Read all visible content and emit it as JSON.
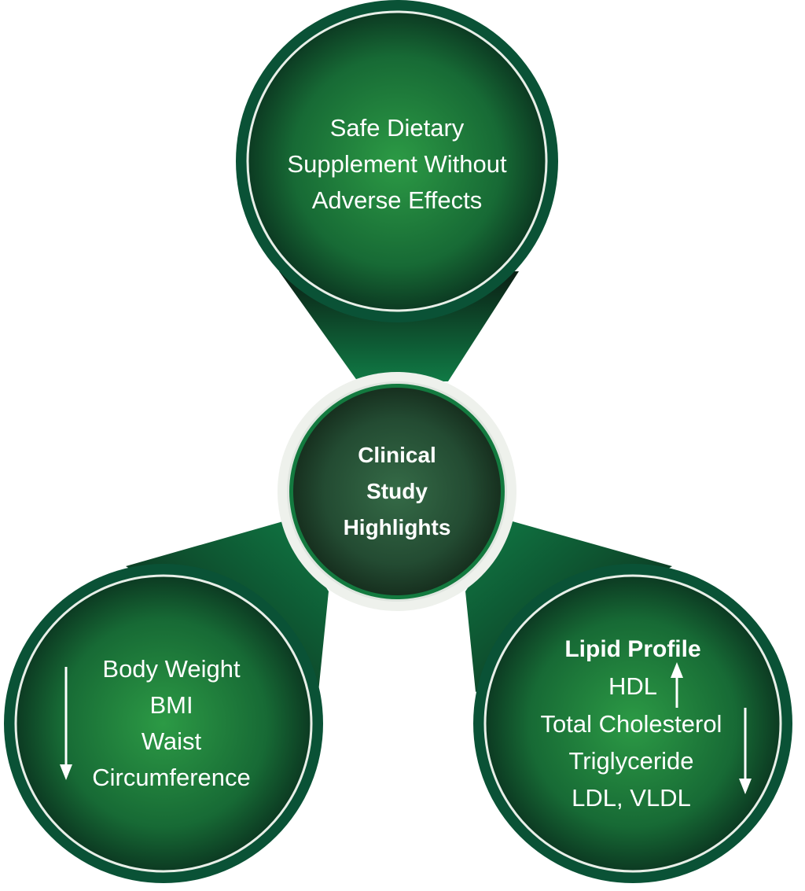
{
  "colors": {
    "outer_ring": "#0a5236",
    "inner_line": "#e8efe8",
    "circle_center": "#2c9a45",
    "circle_edge": "#0c3a22",
    "hub_ring": "#eef1ec",
    "hub_center": "#356b47",
    "hub_edge": "#17301f",
    "connector_light": "#107a45",
    "connector_dark": "#0b1f14",
    "text": "#ffffff"
  },
  "hub": {
    "title_lines": [
      "Clinical",
      "Study",
      "Highlights"
    ]
  },
  "top": {
    "lines": [
      "Safe Dietary",
      "Supplement Without",
      "Adverse Effects"
    ]
  },
  "left": {
    "lines": [
      "Body Weight",
      "BMI",
      "Waist",
      "Circumference"
    ],
    "arrow_icon": "arrow-down-icon"
  },
  "right": {
    "title": "Lipid Profile",
    "hdl": "HDL",
    "lines": [
      "Total Cholesterol",
      "Triglyceride",
      "LDL, VLDL"
    ],
    "up_icon": "arrow-up-icon",
    "down_icon": "arrow-down-icon"
  }
}
